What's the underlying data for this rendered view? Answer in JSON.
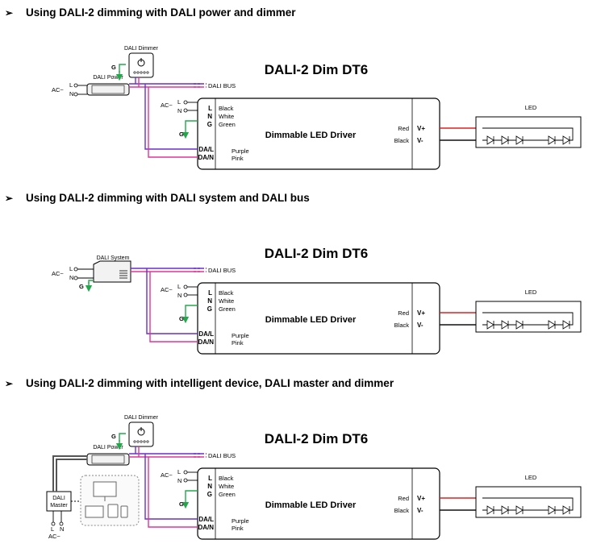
{
  "sections": [
    {
      "heading": "Using DALI-2 dimming with DALI power and dimmer",
      "title": "DALI-2 Dim DT6",
      "dali_dimmer_label": "DALI Dimmer",
      "dali_power_label": "DALI Power"
    },
    {
      "heading": "Using DALI-2 dimming with DALI system and DALI bus",
      "title": "DALI-2 Dim DT6",
      "dali_system_label": "DALI System"
    },
    {
      "heading": "Using DALI-2 dimming with intelligent device, DALI master and dimmer",
      "title": "DALI-2 Dim DT6",
      "dali_dimmer_label": "DALI Dimmer",
      "dali_power_label": "DALI Power",
      "dali_master_label": "DALI Master"
    }
  ],
  "common": {
    "bullet": "➢",
    "ac": "AC~",
    "L": "L",
    "N": "N",
    "G": "G",
    "dali_bus": "DALI BUS",
    "driver_label": "Dimmable LED Driver",
    "wire_black": "Black",
    "wire_white": "White",
    "wire_green": "Green",
    "wire_purple": "Purple",
    "wire_pink": "Pink",
    "da_l": "DA/L",
    "da_n": "DA/N",
    "out_red": "Red",
    "out_black": "Black",
    "v_plus": "V+",
    "v_minus": "V-",
    "led": "LED"
  },
  "colors": {
    "purple_wire": "#6a2fd0",
    "pink_wire": "#e0339a",
    "green_ground": "#22a84a",
    "red_wire": "#e02020",
    "black_wire": "#111111",
    "gray_wire": "#555555"
  }
}
